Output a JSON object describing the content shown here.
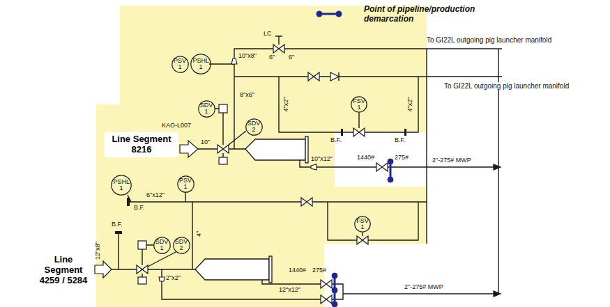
{
  "diagram": {
    "nodes": [
      {
        "text": [
          "PSV 1"
        ]
      },
      {
        "text": [
          "PSHL 1"
        ]
      },
      {
        "text": [
          "SDV 1"
        ]
      },
      {
        "text": [
          "Line Segment 8216"
        ]
      },
      {
        "text": [
          "SDV 2"
        ]
      },
      {
        "text": [
          "FSV 1"
        ]
      },
      {
        "text": [
          "PSHL 1"
        ]
      },
      {
        "text": [
          "PSV 1"
        ]
      },
      {
        "text": [
          "SDV 1"
        ]
      },
      {
        "text": [
          "SDV 2"
        ]
      },
      {
        "text": [
          "FSV 1"
        ]
      }
    ],
    "labels": [
      "To GI22L outgoing pig launcher manifold",
      "To GI22L outgoing pig launcher manifold",
      "LC",
      "6\"",
      "6\"",
      "10\"x8\"",
      "KAO-L007",
      "8\"x6\"",
      "4\"x2\"",
      "B.F.",
      "B.F.",
      "4\"x2\"",
      "10\"x12\"",
      "1440#",
      "275#",
      "2\"-275# MWP",
      "6\"x12\"",
      "B.F.",
      "B.F.",
      "12\"x8\"",
      "4\"",
      "2\"x2\"",
      "1440#",
      "275#",
      "12\"x12\"",
      "2\"-275# MWP",
      "Line Segment 4259 / 5284",
      "10\""
    ],
    "legend": [
      {
        "text": "Point of pipeline/production demarcation"
      }
    ]
  }
}
